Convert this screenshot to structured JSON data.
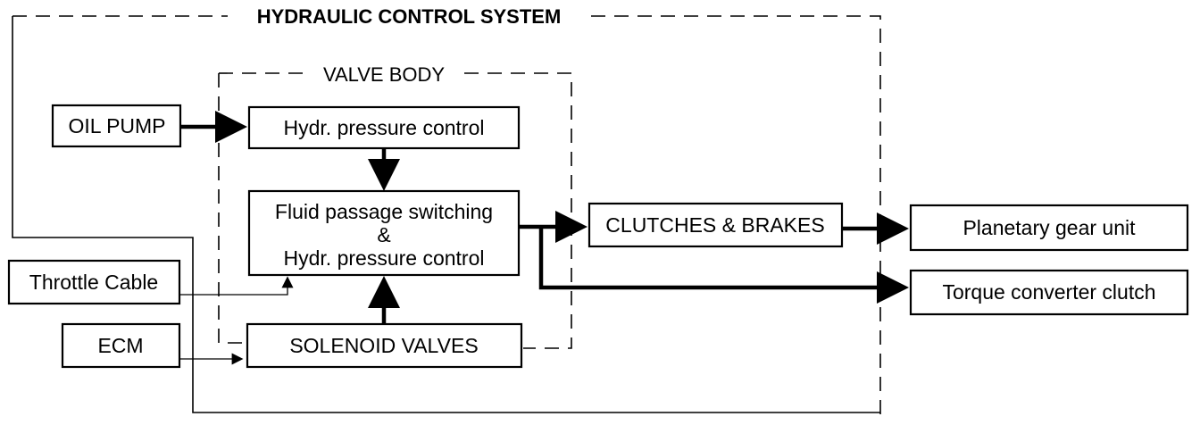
{
  "title": "HYDRAULIC CONTROL SYSTEM",
  "valve_body_label": "VALVE BODY",
  "nodes": {
    "oil_pump": "OIL PUMP",
    "hydr_pressure_control": "Hydr. pressure control",
    "fluid_passage_line1": "Fluid passage switching",
    "fluid_passage_line2": "&",
    "fluid_passage_line3": "Hydr. pressure control",
    "throttle_cable": "Throttle Cable",
    "ecm": "ECM",
    "solenoid_valves": "SOLENOID VALVES",
    "clutches_brakes": "CLUTCHES & BRAKES",
    "planetary_gear_unit": "Planetary gear unit",
    "torque_converter_clutch": "Torque converter clutch"
  },
  "edges": [
    {
      "from": "OIL PUMP",
      "to": "Hydr. pressure control"
    },
    {
      "from": "Hydr. pressure control",
      "to": "Fluid passage switching & Hydr. pressure control"
    },
    {
      "from": "SOLENOID VALVES",
      "to": "Fluid passage switching & Hydr. pressure control"
    },
    {
      "from": "Throttle Cable",
      "to": "Fluid passage switching & Hydr. pressure control"
    },
    {
      "from": "ECM",
      "to": "SOLENOID VALVES"
    },
    {
      "from": "Fluid passage switching & Hydr. pressure control",
      "to": "CLUTCHES & BRAKES"
    },
    {
      "from": "Fluid passage switching & Hydr. pressure control",
      "to": "Torque converter clutch"
    },
    {
      "from": "CLUTCHES & BRAKES",
      "to": "Planetary gear unit"
    }
  ]
}
